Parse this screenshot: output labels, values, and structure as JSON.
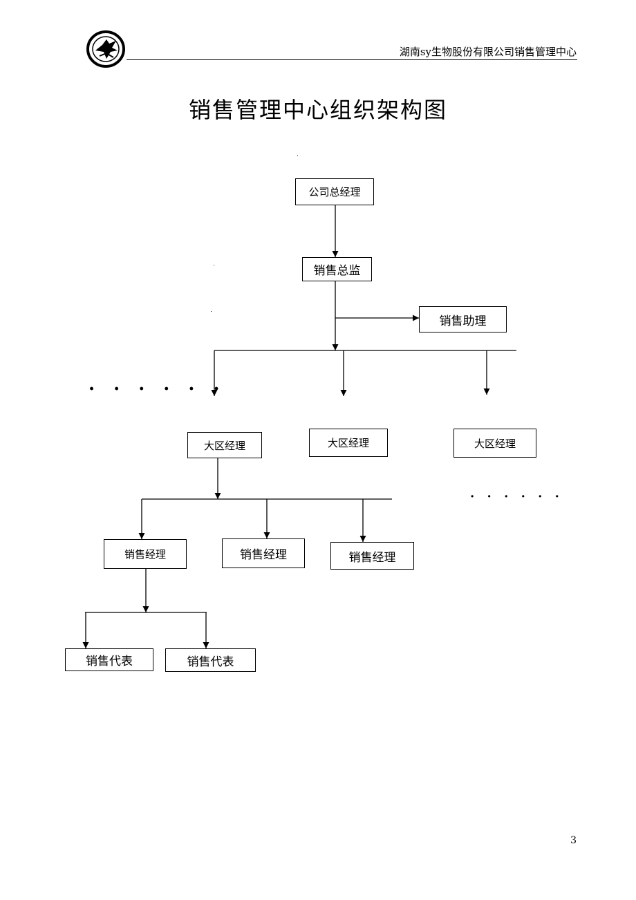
{
  "header": {
    "company_center": "湖南sy生物股份有限公司销售管理中心"
  },
  "title": "销售管理中心组织架构图",
  "nodes": {
    "general_manager": "公司总经理",
    "sales_director": "销售总监",
    "sales_assistant": "销售助理",
    "regional_manager_1": "大区经理",
    "regional_manager_2": "大区经理",
    "regional_manager_3": "大区经理",
    "sales_manager_1": "销售经理",
    "sales_manager_2": "销售经理",
    "sales_manager_3": "销售经理",
    "sales_rep_1": "销售代表",
    "sales_rep_2": "销售代表"
  },
  "ellipsis_left": "· · · · · ·",
  "ellipsis_right": "· · · · · ·",
  "page_number": "3"
}
